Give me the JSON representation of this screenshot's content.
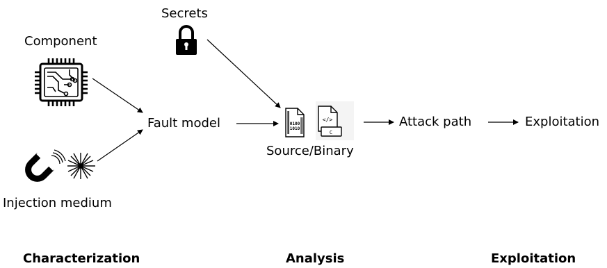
{
  "nodes": {
    "secrets": "Secrets",
    "component": "Component",
    "fault_model": "Fault model",
    "source_binary": "Source/Binary",
    "attack_path": "Attack path",
    "exploitation": "Exploitation",
    "injection_medium": "Injection medium"
  },
  "icons": {
    "secrets": "lock-icon",
    "component": "chip-icon",
    "injection_medium": "magnet-icon",
    "laser": "laser-burst-icon",
    "binary": "binary-file-icon",
    "source": "source-code-file-icon"
  },
  "file_icons": {
    "binary_top": "0100",
    "binary_bottom": "1010",
    "code_tag": "</>",
    "code_lang": "C"
  },
  "stages": {
    "characterization": "Characterization",
    "analysis": "Analysis",
    "exploitation": "Exploitation"
  }
}
